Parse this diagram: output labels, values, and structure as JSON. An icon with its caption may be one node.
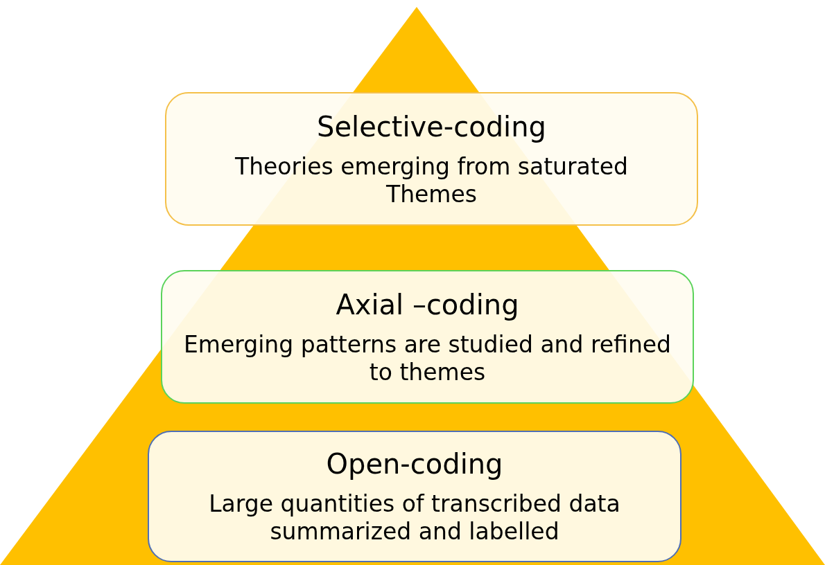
{
  "diagram": {
    "nodes": [
      {
        "text": [
          "Selective-coding",
          "Theories emerging from saturated Themes"
        ]
      },
      {
        "text": [
          "Axial –coding",
          "Emerging patterns are studied and refined to themes"
        ]
      },
      {
        "text": [
          "Open-coding",
          "Large quantities of transcribed data summarized and labelled"
        ]
      }
    ]
  }
}
